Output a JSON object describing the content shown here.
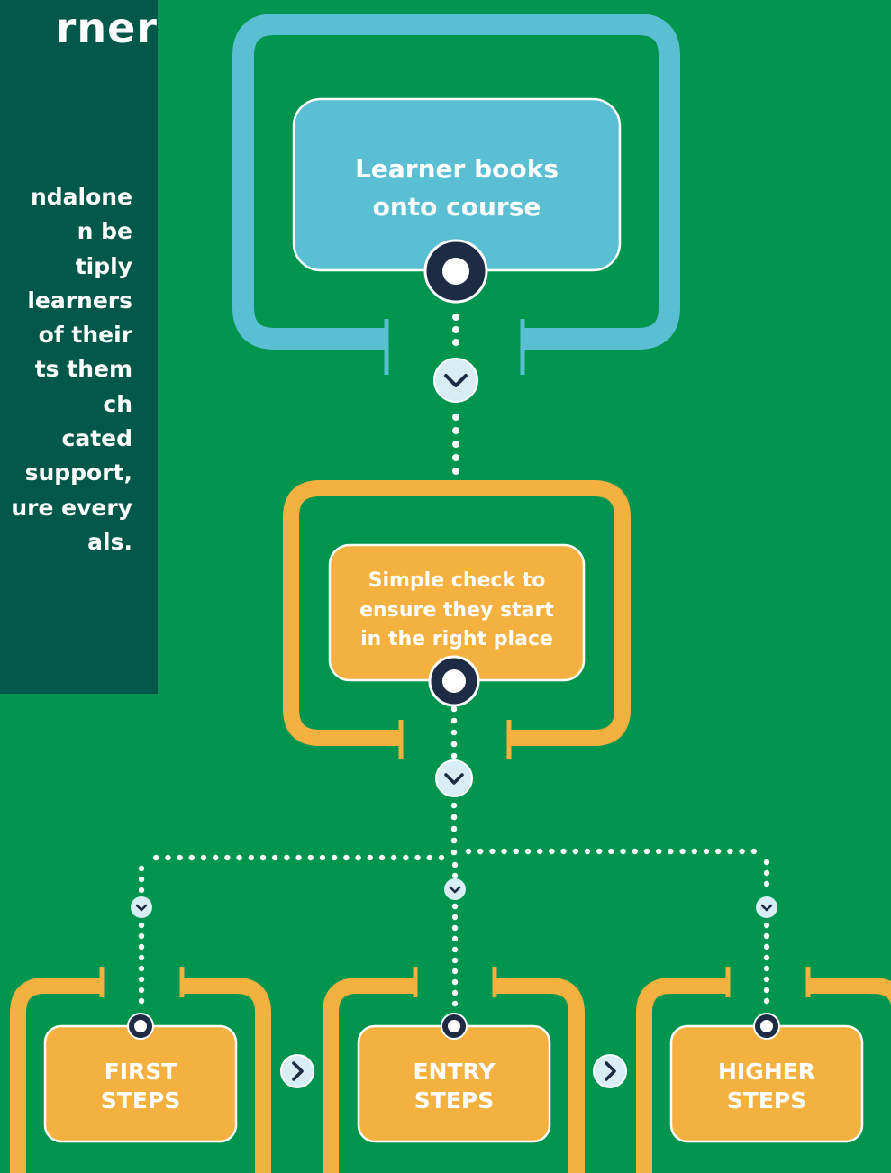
{
  "panel": {
    "title": "rner",
    "lines": [
      "ndalone",
      "n be",
      "tiply",
      "learners",
      "of their",
      "ts them",
      "ch",
      "cated",
      "support,",
      "ure every",
      "als."
    ]
  },
  "flow": {
    "step1": {
      "line1": "Learner books",
      "line2": "onto course"
    },
    "step2": {
      "line1": "Simple check to",
      "line2": "ensure they start",
      "line3": "in the right place"
    },
    "levels": [
      {
        "line1": "FIRST",
        "line2": "STEPS"
      },
      {
        "line1": "ENTRY",
        "line2": "STEPS"
      },
      {
        "line1": "HIGHER",
        "line2": "STEPS"
      }
    ]
  },
  "colors": {
    "background": "#00954f",
    "panel": "#00584a",
    "blue": "#5bbfd3",
    "orange": "#f5b13f",
    "navy": "#1e2b44",
    "chevron_bg": "#d8edf4"
  },
  "icons": [
    "chevron-down-icon",
    "chevron-right-icon",
    "node-circle-icon"
  ]
}
